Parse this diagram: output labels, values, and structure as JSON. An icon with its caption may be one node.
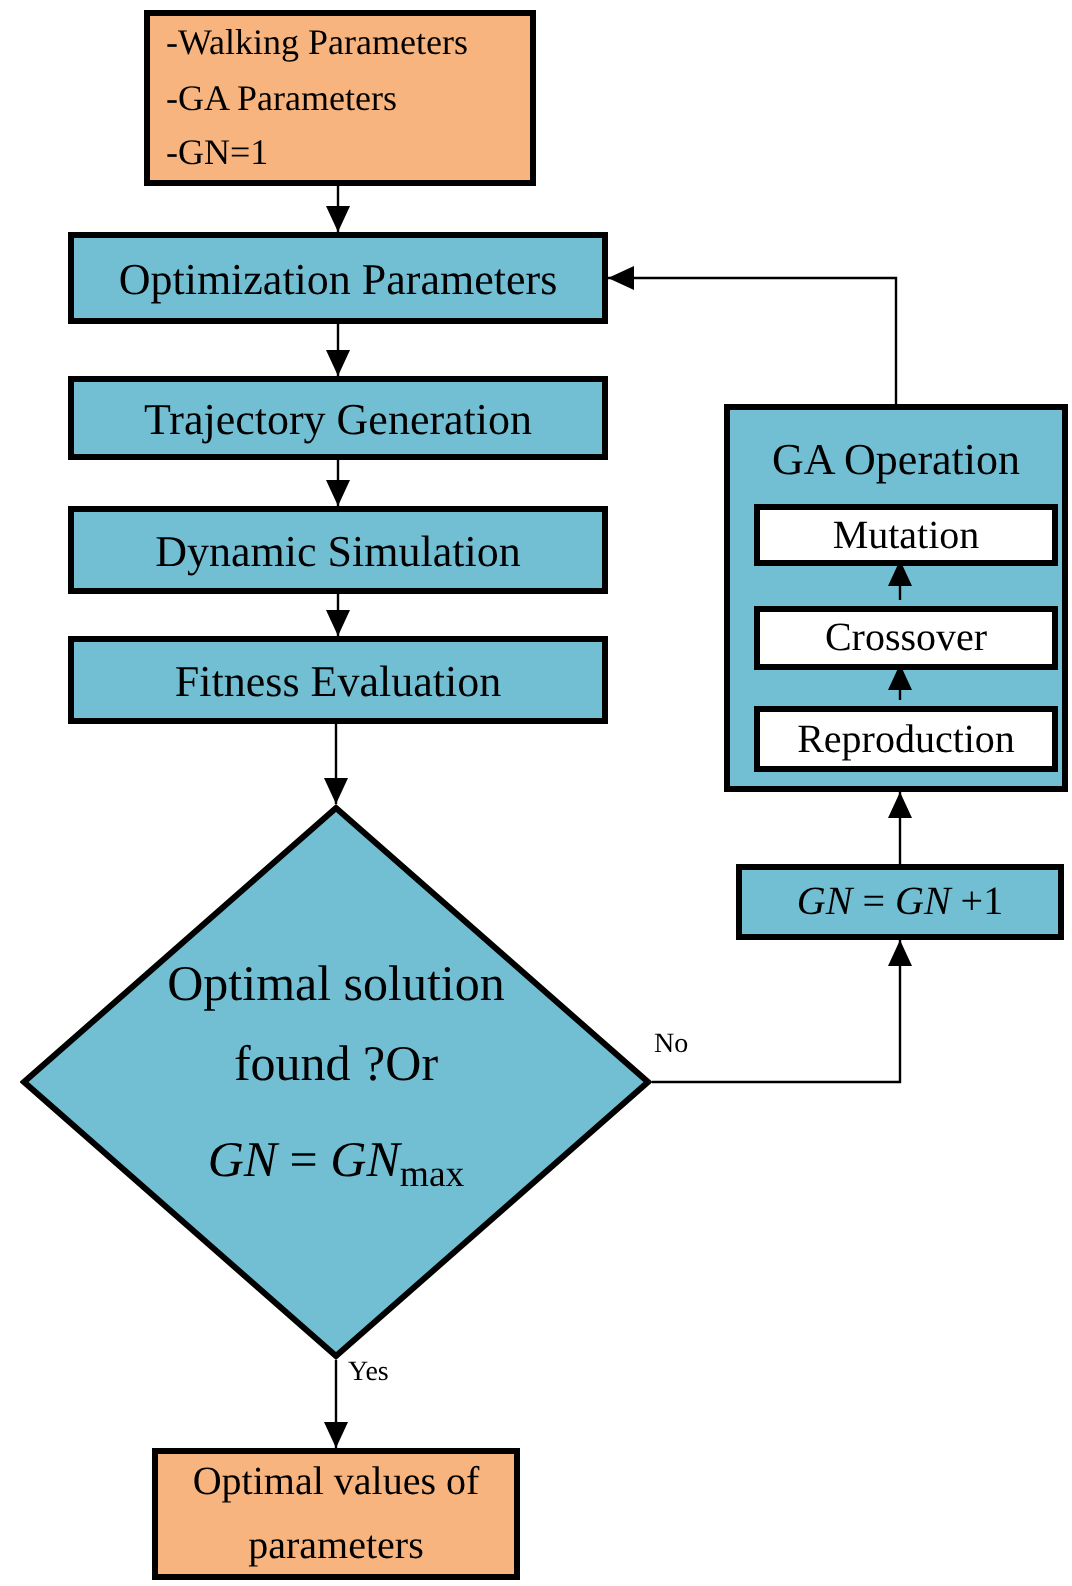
{
  "diagram": {
    "nodes": [
      {
        "text": [
          "-Walking Parameters",
          "-GA Parameters",
          "-GN=1"
        ]
      },
      {
        "text": [
          "Optimization Parameters"
        ]
      },
      {
        "text": [
          "Trajectory Generation"
        ]
      },
      {
        "text": [
          "Dynamic Simulation"
        ]
      },
      {
        "text": [
          "Fitness Evaluation"
        ]
      },
      {
        "text": [
          "Optimal solution found ?Or",
          "*GN* = *GN*$_{max}$"
        ]
      },
      {
        "text": [
          "Optimal values of parameters"
        ]
      },
      {
        "text": [
          "GA Operation"
        ]
      },
      {
        "text": [
          "Mutation"
        ],
        "in": 7
      },
      {
        "text": [
          "Crossover"
        ],
        "in": 7
      },
      {
        "text": [
          "Reproduction"
        ],
        "in": 7
      },
      {
        "text": [
          "*GN* = *GN* +1"
        ]
      }
    ],
    "edges": [
      {
        "from": 0,
        "to": 1,
        "arrow": "to"
      },
      {
        "from": 1,
        "to": 2,
        "arrow": "to"
      },
      {
        "from": 2,
        "to": 3,
        "arrow": "to"
      },
      {
        "from": 3,
        "to": 4,
        "arrow": "to"
      },
      {
        "from": 4,
        "to": 5,
        "arrow": "to"
      },
      {
        "from": 5,
        "to": 6,
        "label": "Yes",
        "arrow": "to"
      },
      {
        "from": 5,
        "to": 11,
        "label": "No",
        "arrow": "to"
      },
      {
        "from": 11,
        "to": 7,
        "arrow": "to"
      },
      {
        "from": 10,
        "to": 9,
        "arrow": "to"
      },
      {
        "from": 9,
        "to": 8,
        "arrow": "to"
      },
      {
        "from": 7,
        "to": 1,
        "arrow": "to"
      }
    ]
  }
}
